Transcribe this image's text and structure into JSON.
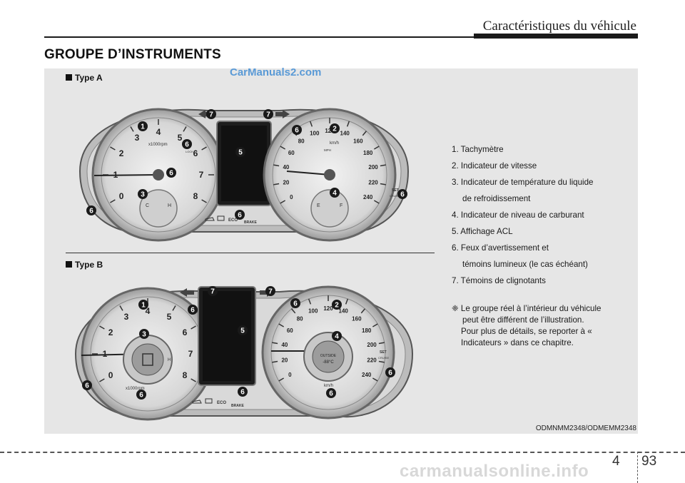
{
  "header": {
    "title": "Caractéristiques du véhicule"
  },
  "section": {
    "title": "GROUPE D’INSTRUMENTS"
  },
  "watermark": "CarManuals2.com",
  "typeA": {
    "label": "Type A"
  },
  "typeB": {
    "label": "Type B"
  },
  "gauge_text": {
    "rpm": "x1000rpm",
    "kmh": "km/h",
    "mph": "MPH",
    "eco": "ECO",
    "brake": "BRAKE",
    "outside": "OUTSIDE",
    "temp": "-88°C",
    "set": "SET",
    "cruise": "CRUISE",
    "lock": "LOCK",
    "c": "C",
    "h": "H",
    "e": "E",
    "f": "F"
  },
  "tach_ticks": [
    "0",
    "1",
    "2",
    "3",
    "4",
    "5",
    "6",
    "7",
    "8"
  ],
  "speed_ticks": [
    "0",
    "20",
    "40",
    "60",
    "80",
    "100",
    "120",
    "140",
    "160",
    "180",
    "200",
    "220",
    "240"
  ],
  "callouts": {
    "c1": "1",
    "c2": "2",
    "c3": "3",
    "c4": "4",
    "c5": "5",
    "c6": "6",
    "c7": "7"
  },
  "legend": {
    "item1": "1. Tachymètre",
    "item2": "2. Indicateur de vitesse",
    "item3a": "3. Indicateur de température du liquide",
    "item3b": "de refroidissement",
    "item4": "4. Indicateur de niveau de carburant",
    "item5": "5. Affichage ACL",
    "item6a": "6. Feux d’avertissement et",
    "item6b": "témoins lumineux (le cas échéant)",
    "item7": "7. Témoins de clignotants"
  },
  "note": {
    "line1": "❈ Le groupe réel à l’intérieur du véhicule",
    "line2": "peut être différent de l’illustration.",
    "line3": "Pour plus de détails, se reporter à «",
    "line4": "Indicateurs » dans ce chapitre."
  },
  "ref_code": "ODMNMM2348/ODMEMM2348",
  "footer": {
    "chapter": "4",
    "page": "93",
    "watermark": "carmanualsonline.info"
  }
}
